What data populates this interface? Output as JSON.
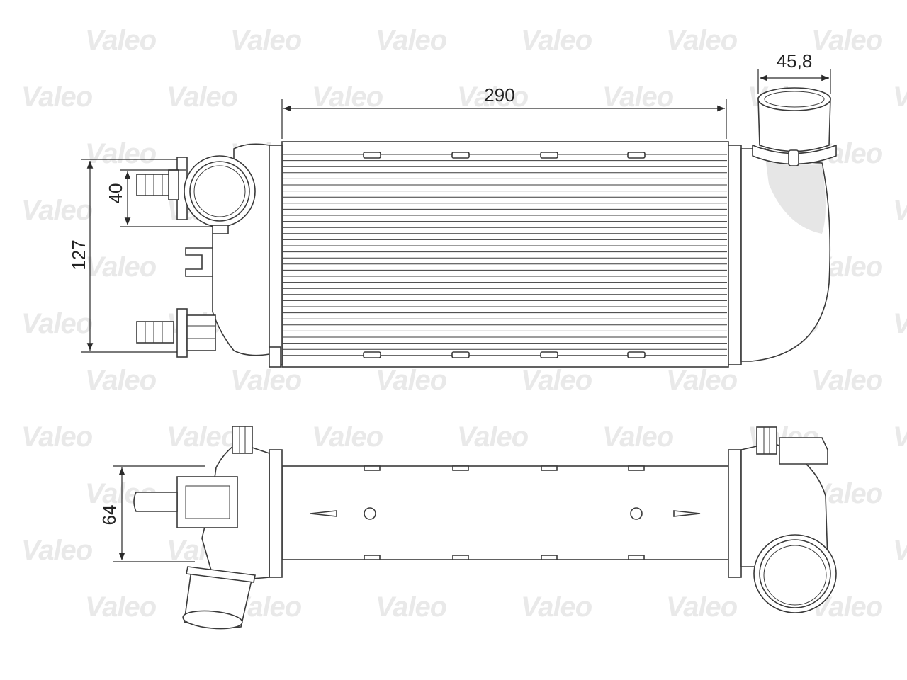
{
  "watermark": {
    "text": "Valeo"
  },
  "dimensions": {
    "width": "290",
    "outlet_diameter": "45,8",
    "inlet_offset": "40",
    "height": "127",
    "depth": "64"
  }
}
